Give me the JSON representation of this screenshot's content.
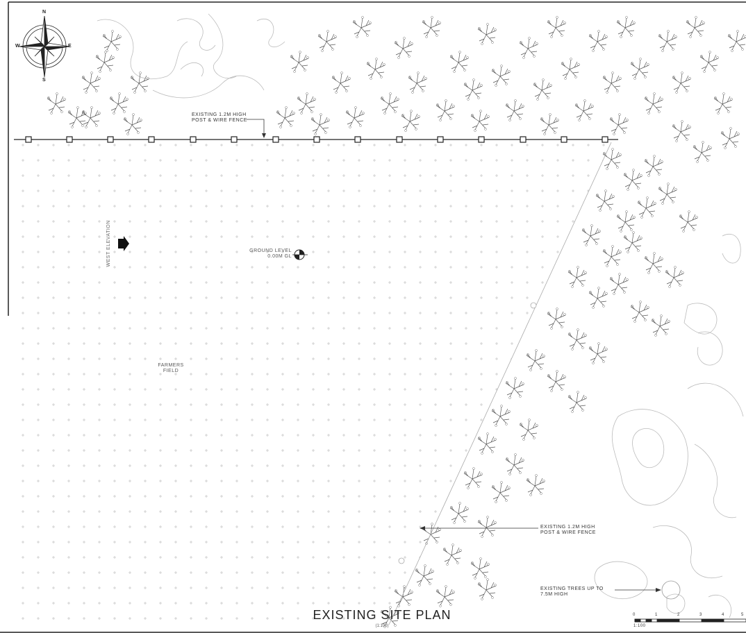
{
  "drawing": {
    "title": "EXISTING SITE PLAN",
    "scale_label": "(1:100)"
  },
  "compass": {
    "n": "N",
    "s": "S",
    "e": "E",
    "w": "W"
  },
  "labels": {
    "fence_top_line1": "EXISTING 1.2m HIGH",
    "fence_top_line2": "POST & WIRE FENCE",
    "fence_bottom_line1": "EXISTING 1.2m HIGH",
    "fence_bottom_line2": "POST & WIRE FENCE",
    "trees_line1": "EXISTING TREES UP TO",
    "trees_line2": "7.5m HIGH",
    "west_elevation": "WEST ELEVATION",
    "ground_level_line1": "GROUND LEVEL",
    "ground_level_line2": "0.00m GL",
    "field_line1": "FARMERS",
    "field_line2": "FIELD"
  },
  "scale_bar": {
    "ticks": [
      "0",
      "1",
      "2",
      "3",
      "4",
      "5"
    ],
    "ratio": "1:100"
  }
}
